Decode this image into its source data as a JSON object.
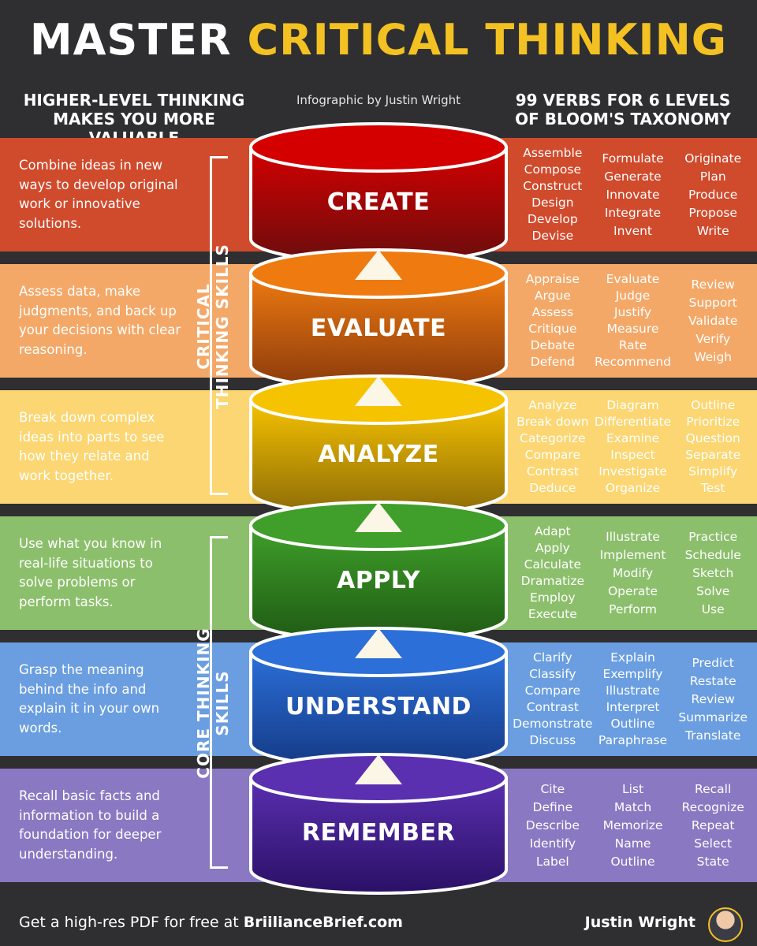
{
  "header": {
    "title_part1": "MASTER",
    "title_part2": "CRITICAL THINKING",
    "subtitle_left": "HIGHER-LEVEL THINKING MAKES YOU MORE VALUABLE",
    "credit": "Infographic by Justin Wright",
    "subtitle_right": "99 VERBS FOR 6 LEVELS OF BLOOM'S TAXONOMY"
  },
  "side_labels": {
    "upper": "CRITICAL THINKING SKILLS",
    "lower": "CORE THINKING SKILLS"
  },
  "levels": [
    {
      "name": "CREATE",
      "description": "Combine ideas in new ways to develop original work or innovative solutions.",
      "band_color": "#d04a2c",
      "cylinder_top": "#d40000",
      "cylinder_bottom": "#6a0d0d",
      "verbs": [
        [
          "Assemble",
          "Compose",
          "Construct",
          "Design",
          "Develop",
          "Devise"
        ],
        [
          "Formulate",
          "Generate",
          "Innovate",
          "Integrate",
          "Invent"
        ],
        [
          "Originate",
          "Plan",
          "Produce",
          "Propose",
          "Write"
        ]
      ]
    },
    {
      "name": "EVALUATE",
      "description": "Assess data, make judgments, and back up your decisions with clear reasoning.",
      "band_color": "#f4a868",
      "cylinder_top": "#ef7a10",
      "cylinder_bottom": "#8a3a0c",
      "verbs": [
        [
          "Appraise",
          "Argue",
          "Assess",
          "Critique",
          "Debate",
          "Defend"
        ],
        [
          "Evaluate",
          "Judge",
          "Justify",
          "Measure",
          "Rate",
          "Recommend"
        ],
        [
          "Review",
          "Support",
          "Validate",
          "Verify",
          "Weigh"
        ]
      ]
    },
    {
      "name": "ANALYZE",
      "description": "Break down complex ideas into parts to see how they relate and work together.",
      "band_color": "#fbd672",
      "cylinder_top": "#f6c300",
      "cylinder_bottom": "#8c6b08",
      "verbs": [
        [
          "Analyze",
          "Break down",
          "Categorize",
          "Compare",
          "Contrast",
          "Deduce"
        ],
        [
          "Diagram",
          "Differentiate",
          "Examine",
          "Inspect",
          "Investigate",
          "Organize"
        ],
        [
          "Outline",
          "Prioritize",
          "Question",
          "Separate",
          "Simplify",
          "Test"
        ]
      ]
    },
    {
      "name": "APPLY",
      "description": "Use what you know in real-life situations to solve problems or perform tasks.",
      "band_color": "#8cbf6c",
      "cylinder_top": "#3f9f2a",
      "cylinder_bottom": "#1f5a14",
      "verbs": [
        [
          "Adapt",
          "Apply",
          "Calculate",
          "Dramatize",
          "Employ",
          "Execute"
        ],
        [
          "Illustrate",
          "Implement",
          "Modify",
          "Operate",
          "Perform"
        ],
        [
          "Practice",
          "Schedule",
          "Sketch",
          "Solve",
          "Use"
        ]
      ]
    },
    {
      "name": "UNDERSTAND",
      "description": "Grasp the meaning behind the info and explain it in your own words.",
      "band_color": "#6a9ee0",
      "cylinder_top": "#2c6fd8",
      "cylinder_bottom": "#143a86",
      "verbs": [
        [
          "Clarify",
          "Classify",
          "Compare",
          "Contrast",
          "Demonstrate",
          "Discuss"
        ],
        [
          "Explain",
          "Exemplify",
          "Illustrate",
          "Interpret",
          "Outline",
          "Paraphrase"
        ],
        [
          "Predict",
          "Restate",
          "Review",
          "Summarize",
          "Translate"
        ]
      ]
    },
    {
      "name": "REMEMBER",
      "description": "Recall basic facts and information to build a foundation for deeper understanding.",
      "band_color": "#8a78c2",
      "cylinder_top": "#5a2fb0",
      "cylinder_bottom": "#2a1066",
      "verbs": [
        [
          "Cite",
          "Define",
          "Describe",
          "Identify",
          "Label"
        ],
        [
          "List",
          "Match",
          "Memorize",
          "Name",
          "Outline"
        ],
        [
          "Recall",
          "Recognize",
          "Repeat",
          "Select",
          "State"
        ]
      ]
    }
  ],
  "footer": {
    "promo_prefix": "Get a high-res PDF for free at",
    "promo_link": "BriilianceBrief.com",
    "author": "Justin Wright"
  }
}
